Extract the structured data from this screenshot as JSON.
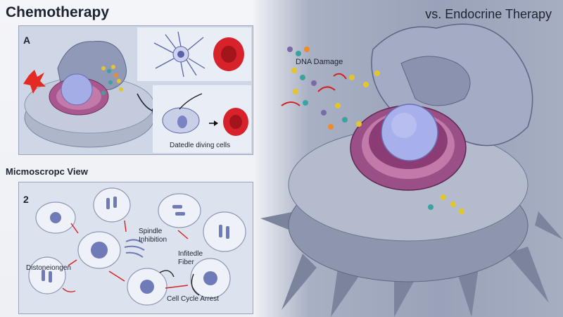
{
  "header": {
    "title": "Chemotherapy",
    "right_title": "vs. Endocrine Therapy"
  },
  "panel_a": {
    "label": "A",
    "caption": "Datedle diving cells"
  },
  "microscope": {
    "section_title": "Micmoscropc View",
    "label": "2",
    "annotations": {
      "spindle": "Spindle\nInhibition",
      "fiber": "Infitedle\nFiber",
      "distone": "Distoneiongen",
      "arrest": "Cell Cycle Arrest"
    }
  },
  "right_panel": {
    "dna_label": "DNA Damage"
  },
  "colors": {
    "membrane": "#8f97b2",
    "nucleus": "#9ea8e0",
    "golgi": "#9a4f86",
    "blood_cell": "#d7222b",
    "arrow_red": "#d32222",
    "molecule_yellow": "#e3c62a",
    "molecule_teal": "#3aa3a0"
  }
}
